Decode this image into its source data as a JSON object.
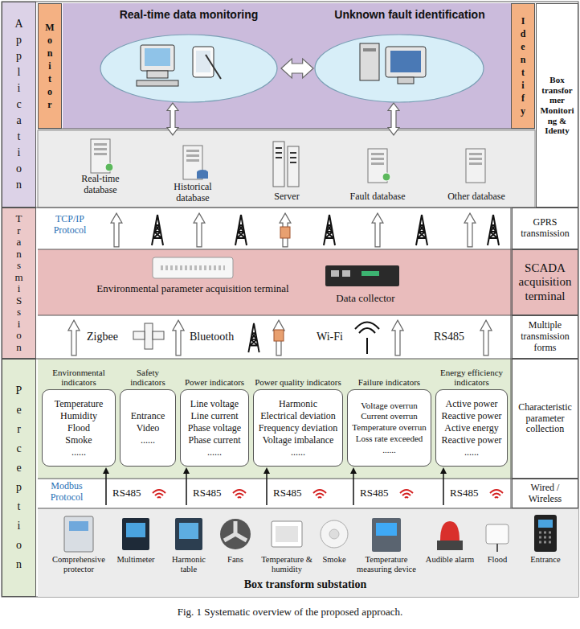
{
  "diagram": {
    "caption": "Fig. 1 Systematic overview of the proposed approach.",
    "nodes": [
      {
        "text": [
          "Application"
        ]
      },
      {
        "text": [
          "Monitor"
        ]
      },
      {
        "text": [
          "Real-time data monitoring"
        ]
      },
      {
        "text": [
          "Unknown fault identification"
        ]
      },
      {
        "text": [
          "Identify"
        ]
      },
      {
        "text": [
          "Box transformer Monitoring & Identy"
        ]
      },
      {
        "text": [
          "TransmiSsion"
        ]
      },
      {
        "text": [
          "GPRS transmission"
        ]
      },
      {
        "text": [
          "SCADA acquisition terminal"
        ]
      },
      {
        "text": [
          "Multiple transmission forms"
        ]
      },
      {
        "text": [
          "Perception"
        ]
      },
      {
        "text": [
          "Environmental indicators",
          "Temperature",
          "Humidity",
          "Flood",
          "Smoke",
          "......"
        ]
      },
      {
        "text": [
          "Safety indicators",
          "Entrance",
          "Video",
          "......"
        ]
      },
      {
        "text": [
          "Power indicators",
          "Line voltage",
          "Line current",
          "Phase voltage",
          "Phase current",
          "......"
        ]
      },
      {
        "text": [
          "Power quality indicators",
          "Harmonic",
          "Electrical deviation",
          "Frequency deviation",
          "Voltage imbalance",
          "......"
        ]
      },
      {
        "text": [
          "Failure indicators",
          "Voltage overrun",
          "Current overrun",
          "Temperature overrun",
          "Loss rate exceeded",
          "......"
        ]
      },
      {
        "text": [
          "Energy efficiency indicators",
          "Active power",
          "Reactive power",
          "Active energy",
          "Reactive power",
          "......"
        ]
      },
      {
        "text": [
          "Characteristic parameter collection"
        ]
      },
      {
        "text": [
          "Wired / Wireless"
        ]
      }
    ],
    "edges": [
      {
        "from": 2,
        "to": 3,
        "arrow": "both"
      }
    ],
    "labels": [
      "Real-time database",
      "Historical database",
      "Server",
      "Fault database",
      "Other database",
      "TCP/IP Protocol",
      "Environmental parameter acquisition terminal",
      "Data collector",
      "Zigbee",
      "Bluetooth",
      "Wi-Fi",
      "RS485",
      "Modbus Protocol",
      "RS485",
      "RS485",
      "RS485",
      "RS485",
      "RS485",
      "Comprehensive protector",
      "Multimeter",
      "Harmonic table",
      "Fans",
      "Temperature & humidity",
      "Smoke",
      "Temperature measuring device",
      "Audible alarm",
      "Flood",
      "Entrance",
      "Box transform substation"
    ]
  }
}
